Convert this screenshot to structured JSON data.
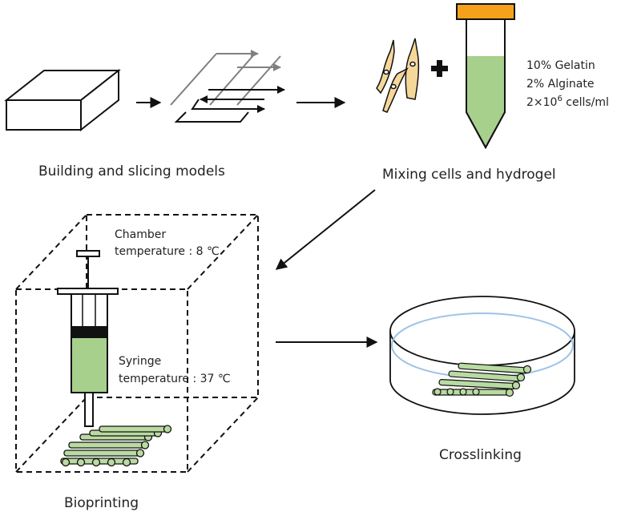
{
  "captions": {
    "building": "Building and slicing models",
    "mixing": "Mixing cells and hydrogel",
    "bioprinting": "Bioprinting",
    "crosslinking": "Crosslinking"
  },
  "tube_labels": {
    "gelatin": "10% Gelatin",
    "alginate": "2% Alginate",
    "cells_base": "2×10",
    "cells_exp": "6",
    "cells_unit": " cells/ml"
  },
  "chamber": {
    "line1": "Chamber",
    "line2": "temperature : 8 ℃"
  },
  "syringe": {
    "line1": "Syringe",
    "line2": "temperature : 37 ℃"
  },
  "plus_symbol": "+",
  "colors": {
    "gel_green": "#a8d08d",
    "filament_green": "#b9dba2",
    "cap_orange": "#f4a21b",
    "cell_fill": "#f6d79a",
    "dish_rim": "#9dc3e6",
    "grey_path": "#808080"
  }
}
